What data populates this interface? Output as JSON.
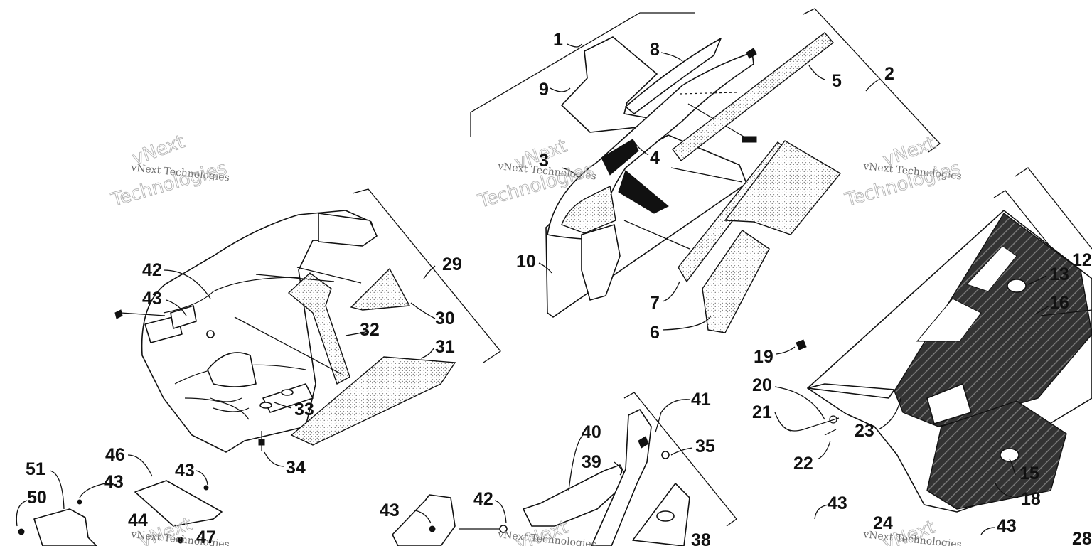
{
  "watermark": {
    "line1": "vNext Technologies",
    "line2": "Technologies",
    "line3": "vNext"
  },
  "callouts": [
    "1",
    "2",
    "3",
    "4",
    "5",
    "6",
    "7",
    "8",
    "9",
    "10",
    "12",
    "13",
    "15",
    "16",
    "18",
    "19",
    "20",
    "21",
    "22",
    "23",
    "24",
    "28",
    "29",
    "30",
    "31",
    "32",
    "33",
    "34",
    "35",
    "38",
    "39",
    "40",
    "41",
    "42",
    "43",
    "44",
    "46",
    "47",
    "50",
    "51"
  ],
  "colors": {
    "ink": "#111111",
    "watermark": "#6e6e6e",
    "paper": "#ffffff"
  }
}
